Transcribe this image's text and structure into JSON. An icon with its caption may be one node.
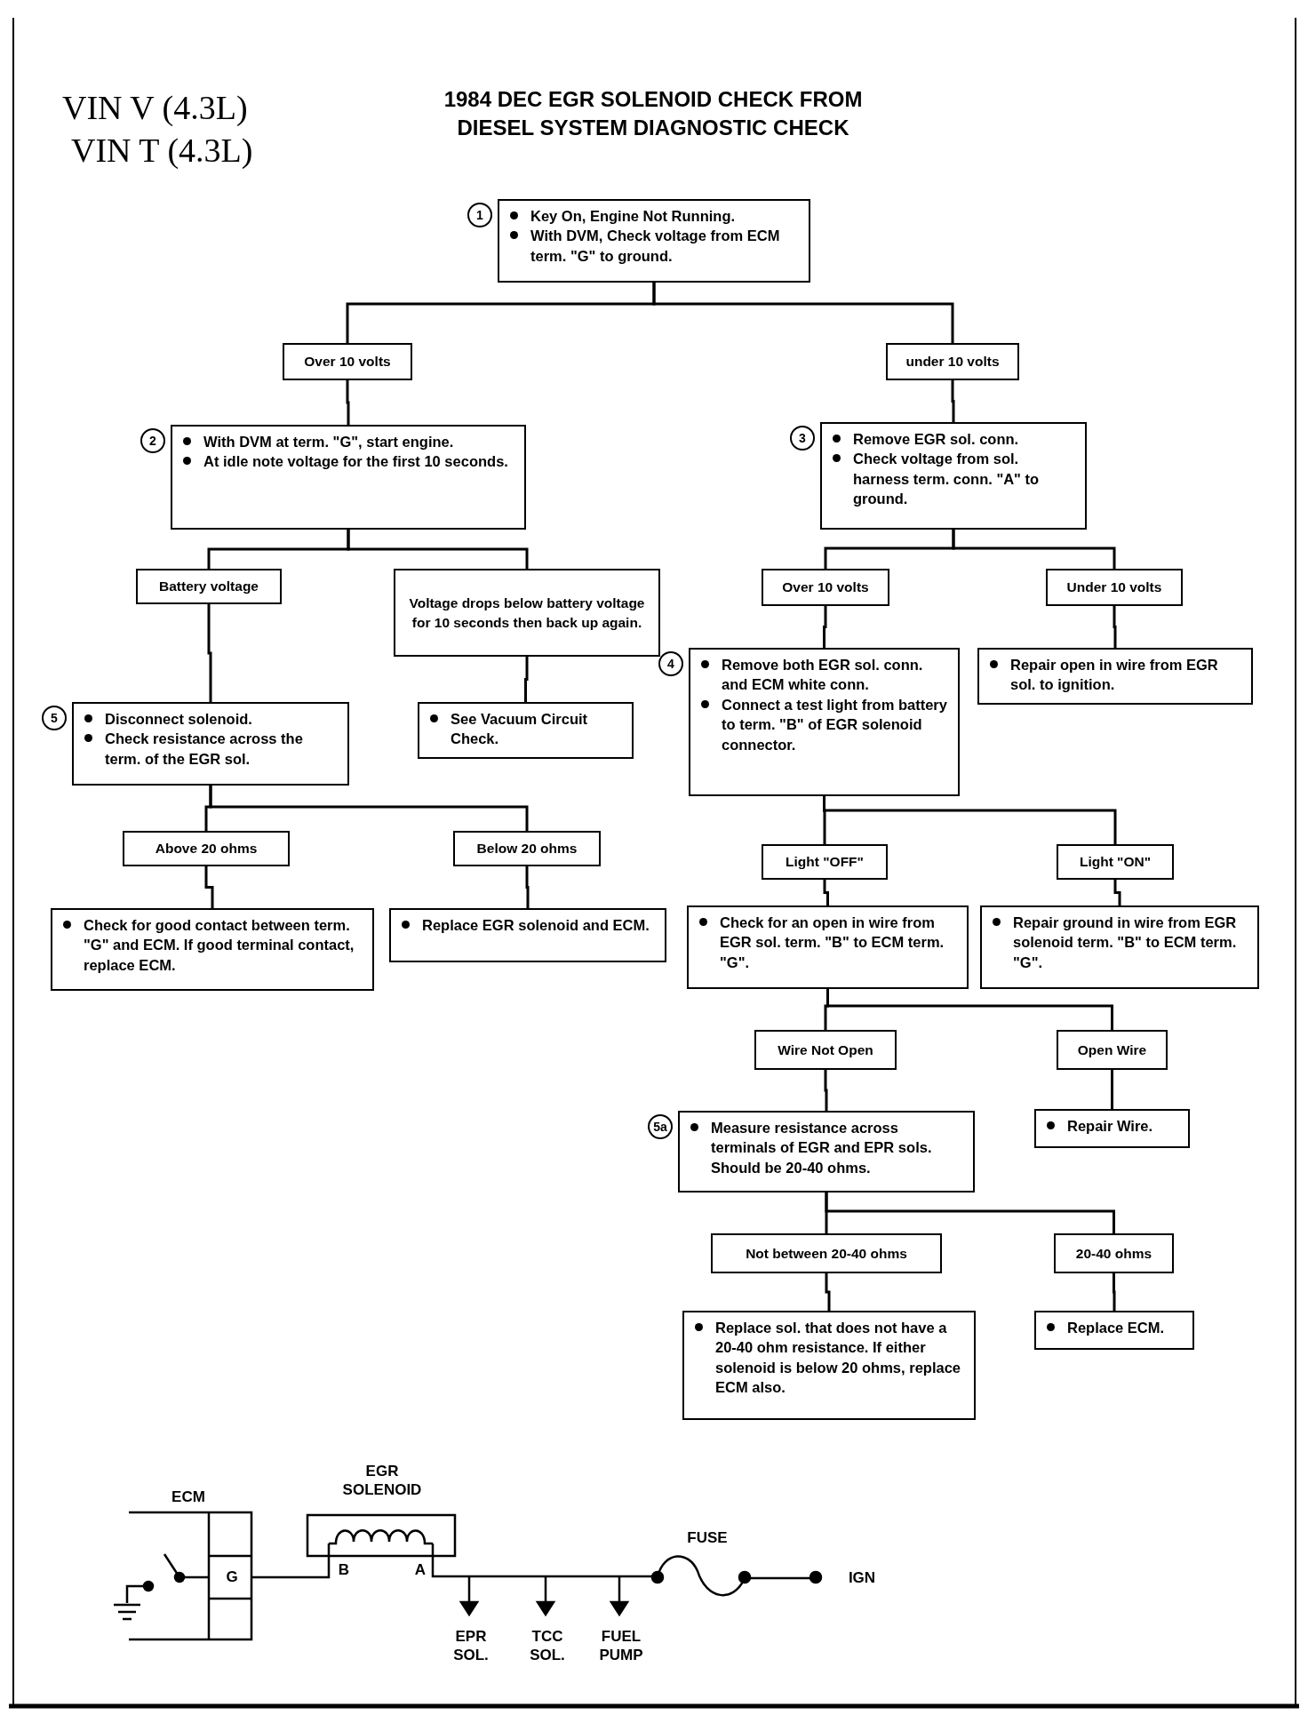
{
  "diagram": {
    "title": "1984 DEC EGR SOLENOID CHECK FROM DIESEL SYSTEM DIAGNOSTIC CHECK",
    "nodes": [
      {
        "text": [
          "Key On, Engine Not Running.",
          "With DVM, Check voltage from ECM term. \"G\" to ground."
        ],
        "beside": [
          "1"
        ]
      },
      {
        "text": [
          "Over 10 volts"
        ]
      },
      {
        "text": [
          "under 10 volts"
        ]
      },
      {
        "text": [
          "With DVM at term. \"G\", start engine.",
          "At idle note voltage for the first 10 seconds."
        ],
        "beside": [
          "2"
        ]
      },
      {
        "text": [
          "Remove EGR sol. conn.",
          "Check voltage from sol. harness term. conn. \"A\" to ground."
        ],
        "beside": [
          "3"
        ]
      },
      {
        "text": [
          "Battery voltage"
        ]
      },
      {
        "text": [
          "Voltage drops below battery voltage for 10 seconds then back up again."
        ]
      },
      {
        "text": [
          "Over 10 volts"
        ]
      },
      {
        "text": [
          "Under 10 volts"
        ]
      },
      {
        "text": [
          "Disconnect solenoid.",
          "Check resistance across the term. of the EGR sol."
        ],
        "beside": [
          "5"
        ]
      },
      {
        "text": [
          "See Vacuum Circuit Check."
        ]
      },
      {
        "text": [
          "Remove both EGR sol. conn. and ECM white conn.",
          "Connect a test light from battery to term. \"B\" of EGR solenoid connector."
        ],
        "beside": [
          "4"
        ]
      },
      {
        "text": [
          "Repair open in wire from EGR sol. to ignition."
        ]
      },
      {
        "text": [
          "Above 20 ohms"
        ]
      },
      {
        "text": [
          "Below 20 ohms"
        ]
      },
      {
        "text": [
          "Check for good contact between term. \"G\" and ECM. If good terminal contact, replace ECM."
        ]
      },
      {
        "text": [
          "Replace EGR solenoid and ECM."
        ]
      },
      {
        "text": [
          "Light \"OFF\""
        ]
      },
      {
        "text": [
          "Light \"ON\""
        ]
      },
      {
        "text": [
          "Check for an open in wire from EGR sol. term. \"B\" to ECM term. \"G\"."
        ]
      },
      {
        "text": [
          "Repair ground in wire from EGR solenoid term. \"B\" to ECM term. \"G\"."
        ]
      },
      {
        "text": [
          "Wire Not Open"
        ]
      },
      {
        "text": [
          "Open Wire"
        ]
      },
      {
        "text": [
          "Measure resistance across terminals of EGR and EPR sols. Should be 20-40 ohms."
        ],
        "beside": [
          "5a"
        ]
      },
      {
        "text": [
          "Repair Wire."
        ]
      },
      {
        "text": [
          "Not between 20-40 ohms"
        ]
      },
      {
        "text": [
          "20-40 ohms"
        ]
      },
      {
        "text": [
          "Replace sol. that does not have a 20-40 ohm resistance. If either solenoid is below 20 ohms, replace ECM also."
        ]
      },
      {
        "text": [
          "Replace ECM."
        ]
      }
    ],
    "edges": [
      {
        "from": 0,
        "to": 1,
        "arrow": "none"
      },
      {
        "from": 0,
        "to": 2,
        "arrow": "none"
      },
      {
        "from": 1,
        "to": 3,
        "arrow": "none"
      },
      {
        "from": 2,
        "to": 4,
        "arrow": "none"
      },
      {
        "from": 3,
        "to": 5,
        "arrow": "none"
      },
      {
        "from": 3,
        "to": 6,
        "arrow": "none"
      },
      {
        "from": 4,
        "to": 7,
        "arrow": "none"
      },
      {
        "from": 4,
        "to": 8,
        "arrow": "none"
      },
      {
        "from": 5,
        "to": 9,
        "arrow": "none"
      },
      {
        "from": 6,
        "to": 10,
        "arrow": "none"
      },
      {
        "from": 7,
        "to": 11,
        "arrow": "none"
      },
      {
        "from": 8,
        "to": 12,
        "arrow": "none"
      },
      {
        "from": 9,
        "to": 13,
        "arrow": "none"
      },
      {
        "from": 9,
        "to": 14,
        "arrow": "none"
      },
      {
        "from": 11,
        "to": 17,
        "arrow": "none"
      },
      {
        "from": 11,
        "to": 18,
        "arrow": "none"
      },
      {
        "from": 13,
        "to": 15,
        "arrow": "none"
      },
      {
        "from": 14,
        "to": 16,
        "arrow": "none"
      },
      {
        "from": 17,
        "to": 19,
        "arrow": "none"
      },
      {
        "from": 18,
        "to": 20,
        "arrow": "none"
      },
      {
        "from": 19,
        "to": 21,
        "arrow": "none"
      },
      {
        "from": 19,
        "to": 22,
        "arrow": "none"
      },
      {
        "from": 21,
        "to": 23,
        "arrow": "none"
      },
      {
        "from": 22,
        "to": 24,
        "arrow": "none"
      },
      {
        "from": 23,
        "to": 25,
        "arrow": "none"
      },
      {
        "from": 23,
        "to": 26,
        "arrow": "none"
      },
      {
        "from": 25,
        "to": 27,
        "arrow": "none"
      },
      {
        "from": 26,
        "to": 28,
        "arrow": "none"
      }
    ],
    "labels": [
      "VIN V (4.3L)",
      "VIN T (4.3L)",
      "ECM",
      "EGR SOLENOID",
      "G",
      "B",
      "A",
      "FUSE",
      "IGN",
      "EPR SOL.",
      "TCC SOL.",
      "FUEL PUMP"
    ]
  }
}
